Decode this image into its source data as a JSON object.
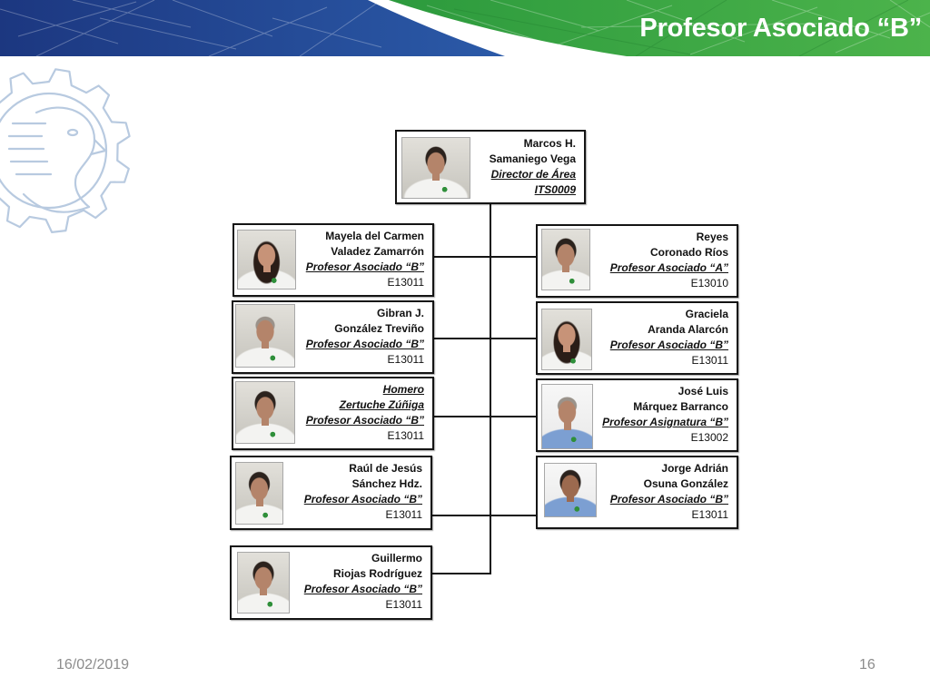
{
  "header": {
    "title": "Profesor Asociado “B”"
  },
  "org_chart": {
    "director": {
      "given_names": "Marcos H.",
      "surnames": "Samaniego Vega",
      "position": "Director de Área",
      "code": "ITS0009"
    },
    "left_column": [
      {
        "given_names": "Mayela del Carmen",
        "surnames": "Valadez Zamarrón",
        "position": "Profesor Asociado “B”",
        "code": "E13011"
      },
      {
        "given_names": "Gibran J.",
        "surnames": "González Treviño",
        "position": "Profesor Asociado “B”",
        "code": "E13011"
      },
      {
        "given_names": "Homero",
        "surnames": "Zertuche Zúñiga",
        "position": "Profesor Asociado “B”",
        "code": "E13011"
      },
      {
        "given_names": "Raúl de Jesús",
        "surnames": "Sánchez Hdz.",
        "position": "Profesor Asociado “B”",
        "code": "E13011"
      },
      {
        "given_names": "Guillermo",
        "surnames": "Riojas Rodríguez",
        "position": "Profesor Asociado “B”",
        "code": "E13011"
      }
    ],
    "right_column": [
      {
        "given_names": "Reyes",
        "surnames": "Coronado Ríos",
        "position": "Profesor Asociado “A”",
        "code": "E13010"
      },
      {
        "given_names": "Graciela",
        "surnames": "Aranda Alarcón",
        "position": "Profesor Asociado “B”",
        "code": "E13011"
      },
      {
        "given_names": "José Luis",
        "surnames": "Márquez Barranco",
        "position": "Profesor Asignatura “B”",
        "code": "E13002"
      },
      {
        "given_names": "Jorge Adrián",
        "surnames": "Osuna González",
        "position": "Profesor Asociado “B”",
        "code": "E13011"
      }
    ]
  },
  "footer": {
    "date": "16/02/2019",
    "page_number": "16"
  },
  "colors": {
    "banner_blue_dark": "#1c3780",
    "banner_blue_light": "#2b5aa8",
    "banner_green_dark": "#2c9a3d",
    "banner_green_light": "#4cb34b",
    "logo_outline": "#b8cae0",
    "box_border": "#141414",
    "footer_text": "#8c8c8c",
    "title_text": "#ffffff"
  }
}
